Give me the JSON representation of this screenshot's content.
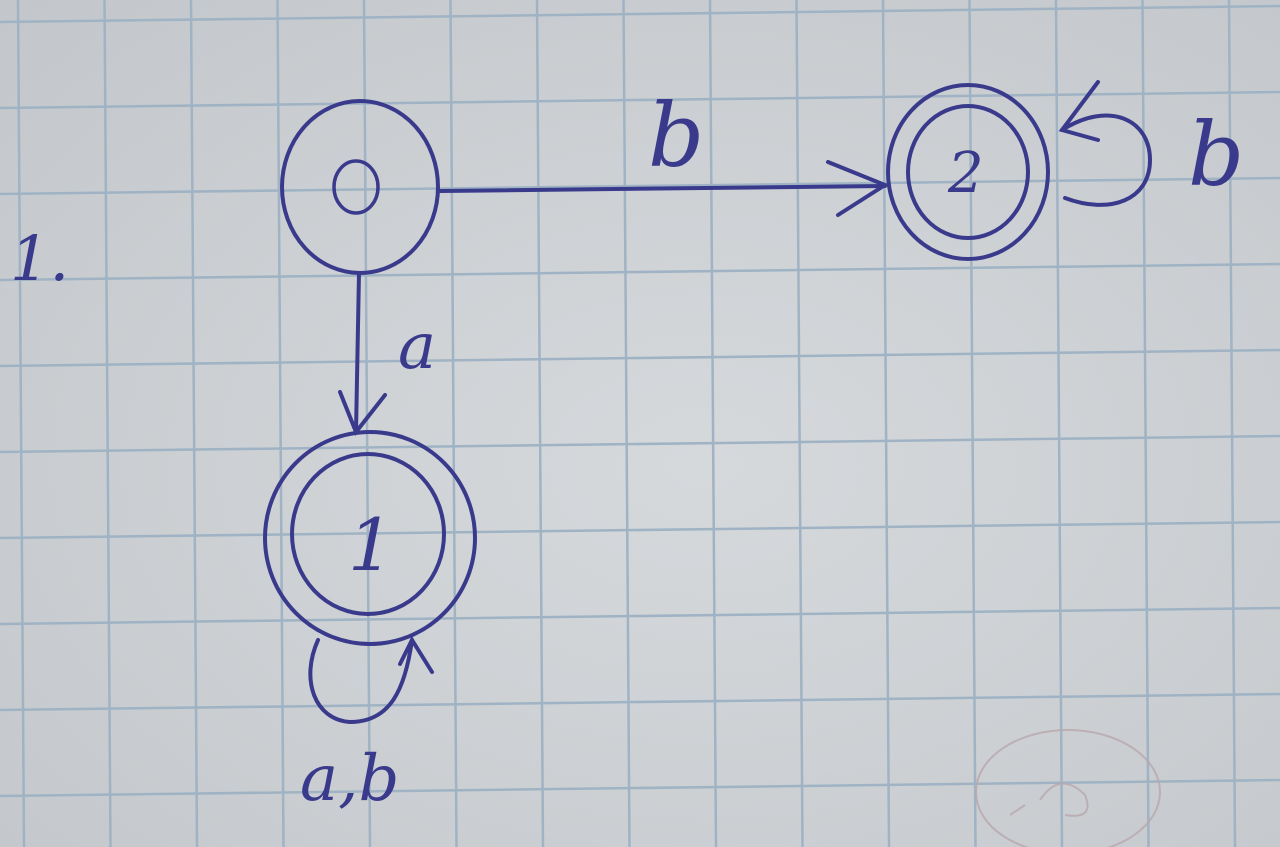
{
  "problem_number": "1.",
  "states": [
    {
      "id": "0",
      "label": "0",
      "accepting": false
    },
    {
      "id": "1",
      "label": "1",
      "accepting": true
    },
    {
      "id": "2",
      "label": "2",
      "accepting": true
    }
  ],
  "transitions": [
    {
      "from": "0",
      "to": "2",
      "label": "b"
    },
    {
      "from": "0",
      "to": "1",
      "label": "a"
    },
    {
      "from": "1",
      "to": "1",
      "label": "a,b"
    },
    {
      "from": "2",
      "to": "2",
      "label": "b"
    }
  ],
  "colors": {
    "ink": "#3a3a8c",
    "paper": "#ccd0d3",
    "grid": "#9fb3c4"
  }
}
